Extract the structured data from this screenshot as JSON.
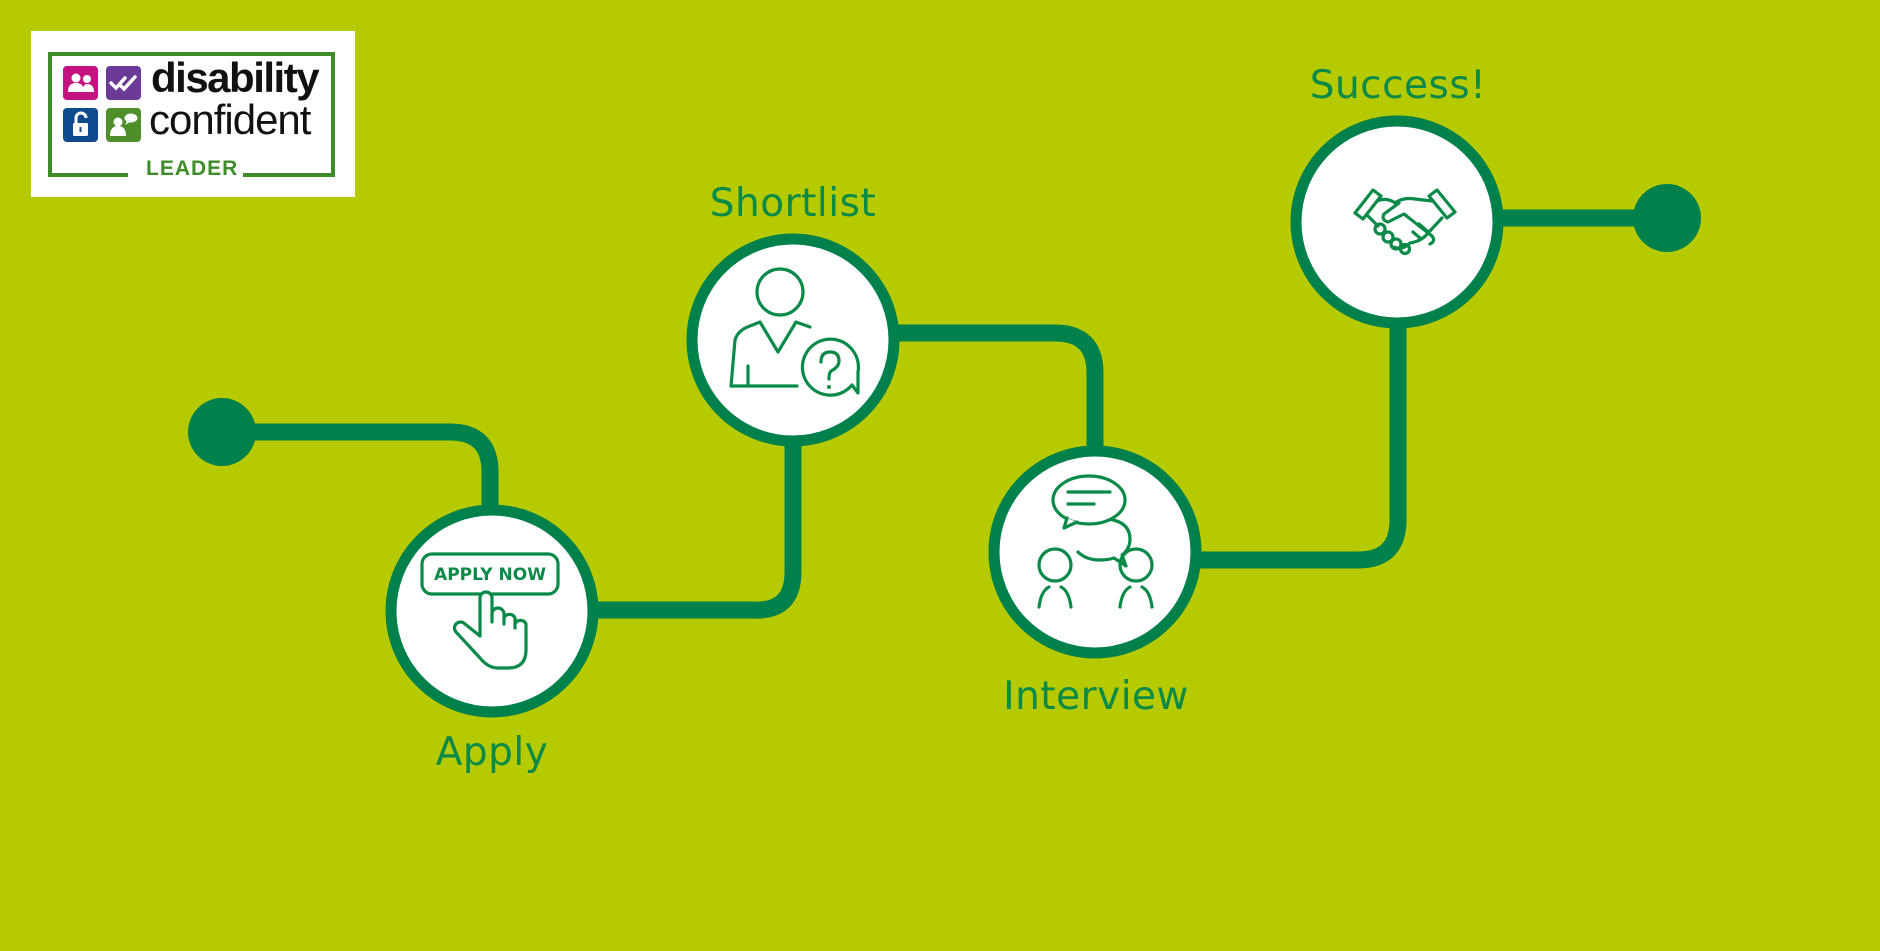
{
  "colors": {
    "background": "#b5cb00",
    "path": "#00804a",
    "node_fill": "#ffffff",
    "label_text": "#0a8a46",
    "logo_magenta": "#c4137e",
    "logo_purple": "#6b3a96",
    "logo_blue": "#104a8e",
    "logo_green": "#4f8f2a"
  },
  "logo": {
    "line1": "disability",
    "line2": "confident",
    "tier": "LEADER",
    "icons": [
      "people-icon",
      "double-check-icon",
      "unlocked-padlock-icon",
      "person-speech-icon"
    ]
  },
  "steps": [
    {
      "id": "apply",
      "label": "Apply",
      "icon": "apply-now-click-icon",
      "icon_text": "APPLY NOW"
    },
    {
      "id": "shortlist",
      "label": "Shortlist",
      "icon": "person-question-icon"
    },
    {
      "id": "interview",
      "label": "Interview",
      "icon": "conversation-icon"
    },
    {
      "id": "success",
      "label": "Success!",
      "icon": "handshake-icon"
    }
  ]
}
